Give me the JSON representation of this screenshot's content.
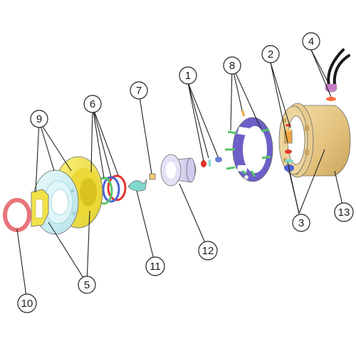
{
  "diagram": {
    "callouts": [
      {
        "id": "c1",
        "label": "1"
      },
      {
        "id": "c2",
        "label": "2"
      },
      {
        "id": "c3",
        "label": "3"
      },
      {
        "id": "c4",
        "label": "4"
      },
      {
        "id": "c5",
        "label": "5"
      },
      {
        "id": "c6",
        "label": "6"
      },
      {
        "id": "c7",
        "label": "7"
      },
      {
        "id": "c8",
        "label": "8"
      },
      {
        "id": "c9",
        "label": "9"
      },
      {
        "id": "c10",
        "label": "10"
      },
      {
        "id": "c11",
        "label": "11"
      },
      {
        "id": "c12",
        "label": "12"
      },
      {
        "id": "c13",
        "label": "13"
      }
    ],
    "colors": {
      "housing": "#e6c98a",
      "ring_red": "#e8747a",
      "yellow": "#f2e24a",
      "lightblue": "#cdeef2",
      "purple": "#6c5fc7",
      "lavender": "#d9d6f2",
      "green": "#58c46a",
      "blue": "#4b63d6",
      "teal": "#7fd9d0",
      "orange": "#f0a640",
      "pink": "#d889d6"
    }
  }
}
